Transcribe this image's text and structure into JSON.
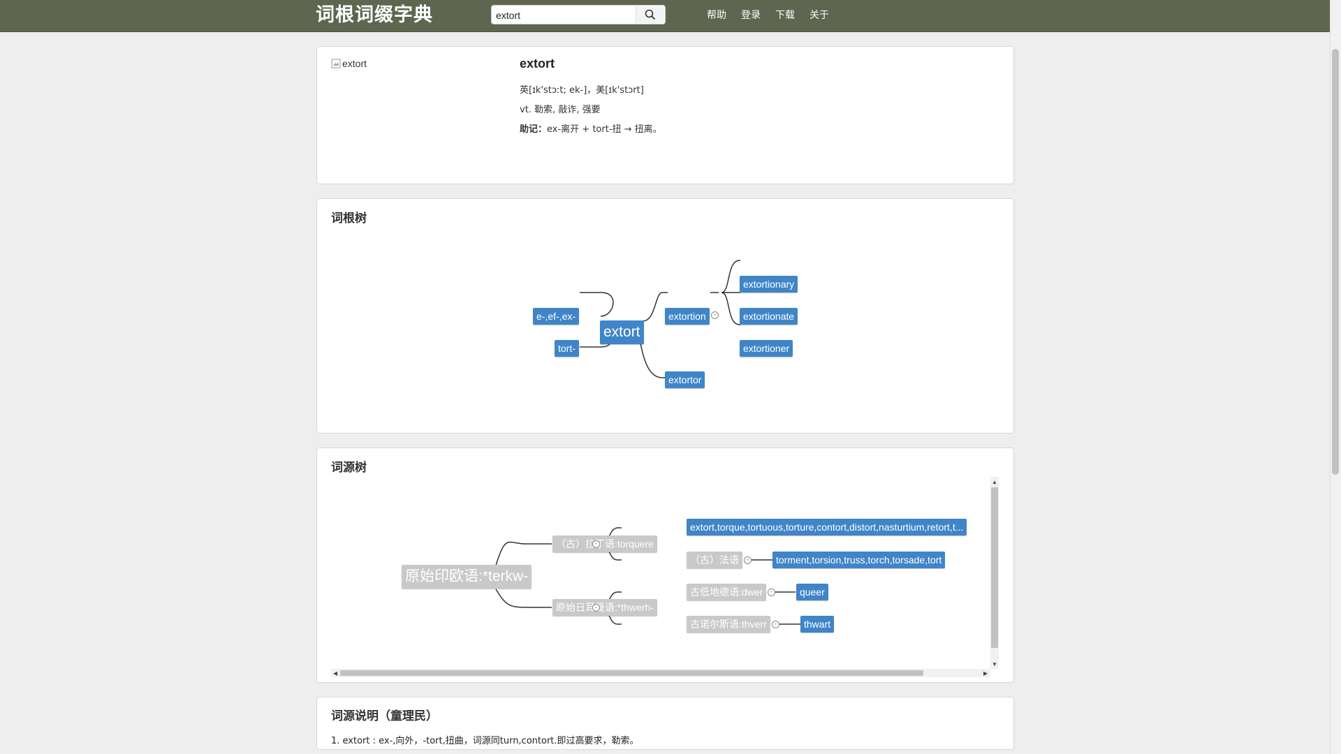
{
  "header": {
    "site_title": "词根词缀字典",
    "search_value": "extort",
    "nav": [
      "帮助",
      "登录",
      "下载",
      "关于"
    ]
  },
  "word": {
    "image_alt": "extort",
    "headword": "extort",
    "phonetic": "英[ɪk'stɔːt; ek-]，美[ɪk'stɔrt]",
    "definition": "vt. 勒索, 敲诈, 强要",
    "mnemonic_label": "助记：",
    "mnemonic_text": "ex-离开 + tort-扭 → 扭离。"
  },
  "root_tree": {
    "title": "词根树",
    "center": "extort",
    "left": [
      "e-,ef-,ex-",
      "tort-"
    ],
    "right": [
      "extortion",
      "extortor"
    ],
    "extortion_children": [
      "extortionary",
      "extortionate",
      "extortioner"
    ]
  },
  "etymology_tree": {
    "title": "词源树",
    "root": "原始印欧语:*terkw-",
    "branch1": "（古）拉丁语:torquere",
    "branch1_words": "extort,torque,tortuous,torture,contort,distort,nasturtium,retort,t...",
    "branch1_sub": "（古）法语",
    "branch1_sub_words": "torment,torsion,truss,torch,torsade,tort",
    "branch2": "原始日耳曼语:*thwerh-",
    "branch2_a": "古低地德语:dwer",
    "branch2_a_word": "queer",
    "branch2_b": "古诺尔斯语:thverr",
    "branch2_b_word": "thwart"
  },
  "explanation": {
    "title": "词源说明（童理民）",
    "line1": "1. extort : ex-,向外，-tort,扭曲，词源同turn,contort.即过高要求，勒索。"
  }
}
